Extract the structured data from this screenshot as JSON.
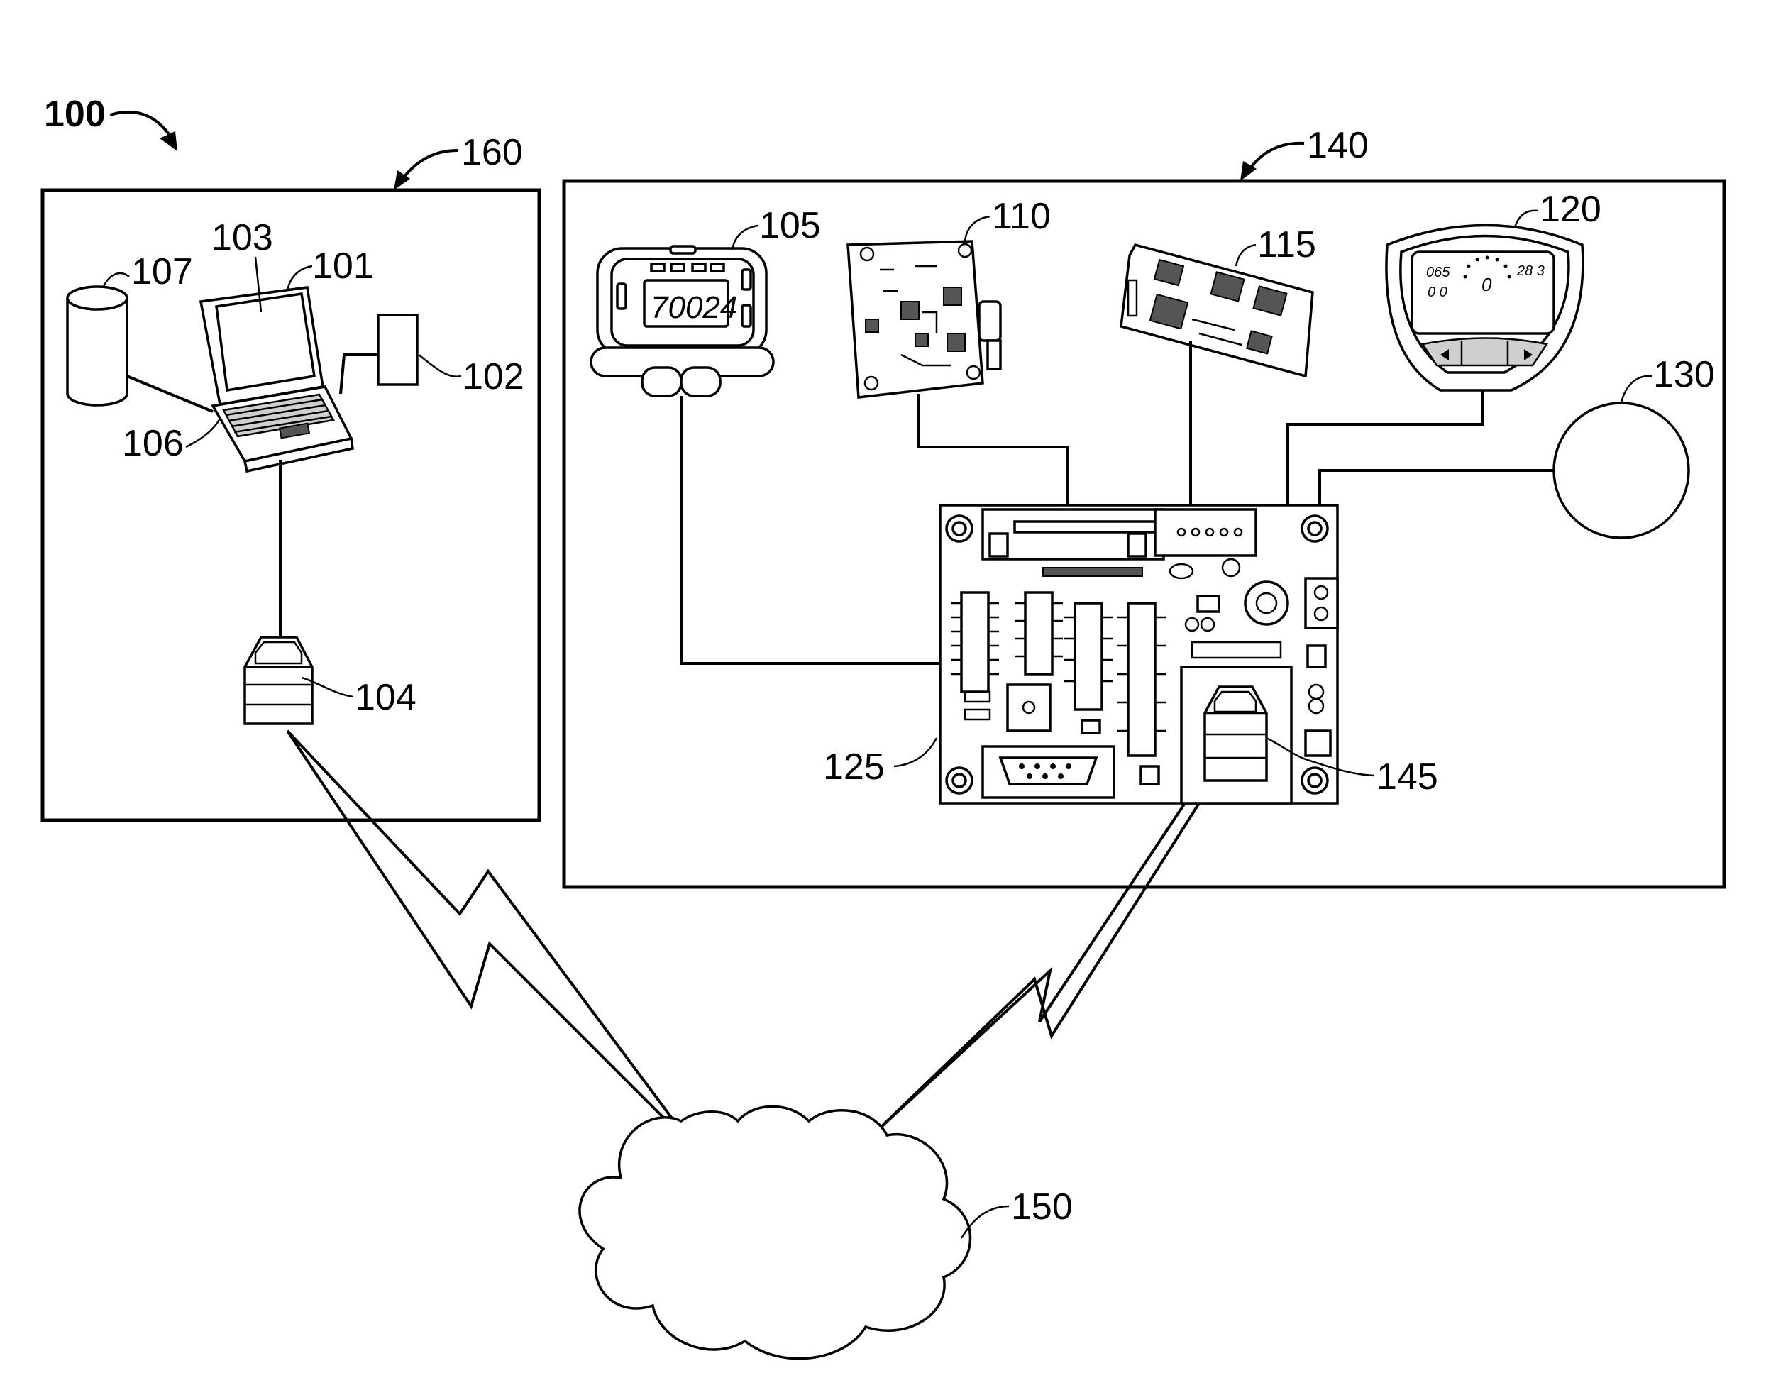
{
  "figure": {
    "label": "100",
    "systems": {
      "left_box_label": "160",
      "right_box_label": "140"
    },
    "references": {
      "computer": "101",
      "peripheral": "102",
      "screen": "103",
      "left_transceiver": "104",
      "keyboard": "106",
      "database": "107",
      "pedometer": "105",
      "circuit_board_a": "110",
      "circuit_board_b": "115",
      "display_device": "120",
      "sensor_circle": "130",
      "main_board": "125",
      "right_transceiver": "145",
      "network_cloud": "150"
    },
    "pedometer_display": "70024",
    "watch_left": "065",
    "watch_right": "28 3",
    "watch_sub": "0 0",
    "watch_center": "0"
  }
}
